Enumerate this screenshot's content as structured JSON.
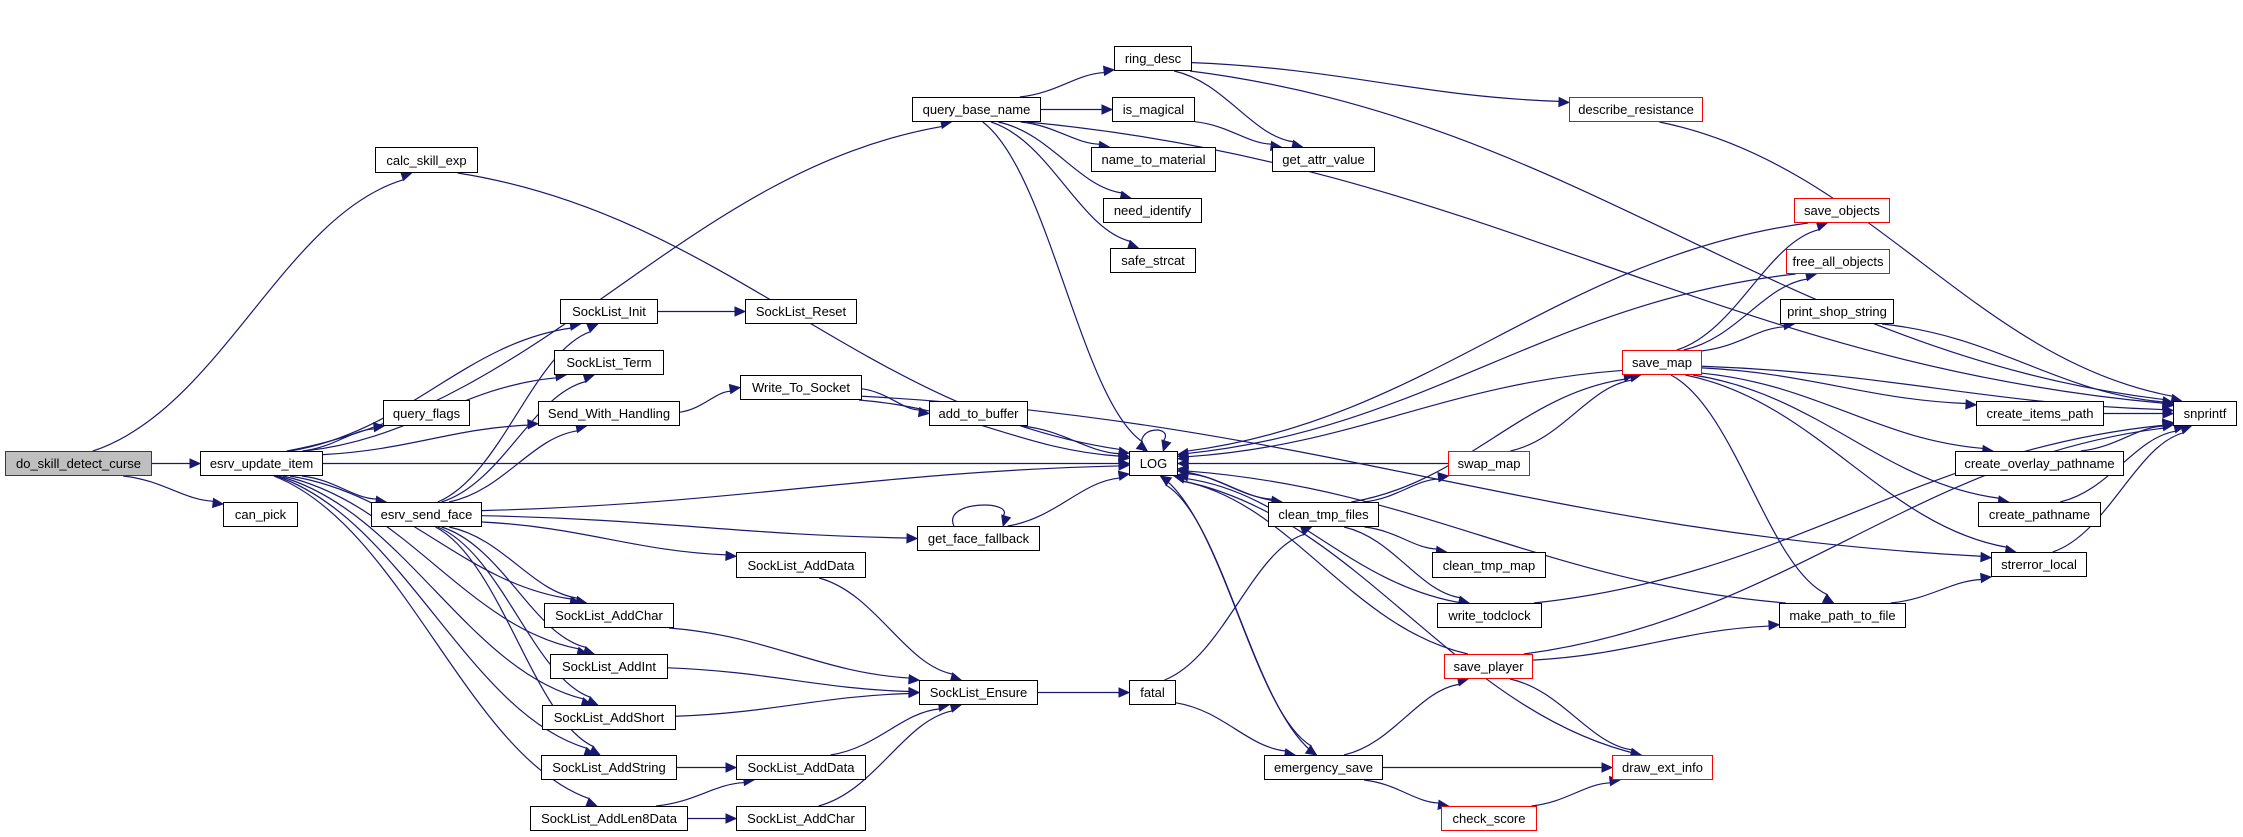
{
  "diagram": {
    "title": "Call graph for do_skill_detect_curse",
    "colors": {
      "edge": "#191970",
      "root_fill": "#bfbfbf",
      "truncated_border": "#ff0000",
      "node_border": "#000000"
    },
    "nodes": [
      {
        "id": "do_skill_detect_curse",
        "label": "do_skill_detect_curse",
        "kind": "root"
      },
      {
        "id": "calc_skill_exp",
        "label": "calc_skill_exp",
        "kind": "normal"
      },
      {
        "id": "esrv_update_item",
        "label": "esrv_update_item",
        "kind": "normal"
      },
      {
        "id": "can_pick",
        "label": "can_pick",
        "kind": "normal"
      },
      {
        "id": "query_base_name",
        "label": "query_base_name",
        "kind": "normal"
      },
      {
        "id": "SockList_Init",
        "label": "SockList_Init",
        "kind": "normal"
      },
      {
        "id": "SockList_Term",
        "label": "SockList_Term",
        "kind": "normal"
      },
      {
        "id": "query_flags",
        "label": "query_flags",
        "kind": "normal"
      },
      {
        "id": "Send_With_Handling",
        "label": "Send_With_Handling",
        "kind": "normal"
      },
      {
        "id": "esrv_send_face",
        "label": "esrv_send_face",
        "kind": "normal"
      },
      {
        "id": "SockList_AddChar",
        "label": "SockList_AddChar",
        "kind": "normal"
      },
      {
        "id": "SockList_AddInt",
        "label": "SockList_AddInt",
        "kind": "normal"
      },
      {
        "id": "SockList_AddShort",
        "label": "SockList_AddShort",
        "kind": "normal"
      },
      {
        "id": "SockList_AddString",
        "label": "SockList_AddString",
        "kind": "normal"
      },
      {
        "id": "SockList_AddLen8Data",
        "label": "SockList_AddLen8Data",
        "kind": "normal"
      },
      {
        "id": "SockList_Reset",
        "label": "SockList_Reset",
        "kind": "normal"
      },
      {
        "id": "Write_To_Socket",
        "label": "Write_To_Socket",
        "kind": "normal"
      },
      {
        "id": "SockList_AddData_1",
        "label": "SockList_AddData",
        "kind": "normal"
      },
      {
        "id": "SockList_AddData_2",
        "label": "SockList_AddData",
        "kind": "normal"
      },
      {
        "id": "SockList_AddChar_2",
        "label": "SockList_AddChar",
        "kind": "normal"
      },
      {
        "id": "ring_desc",
        "label": "ring_desc",
        "kind": "normal"
      },
      {
        "id": "is_magical",
        "label": "is_magical",
        "kind": "normal"
      },
      {
        "id": "name_to_material",
        "label": "name_to_material",
        "kind": "normal"
      },
      {
        "id": "need_identify",
        "label": "need_identify",
        "kind": "normal"
      },
      {
        "id": "safe_strcat",
        "label": "safe_strcat",
        "kind": "normal"
      },
      {
        "id": "add_to_buffer",
        "label": "add_to_buffer",
        "kind": "normal"
      },
      {
        "id": "LOG",
        "label": "LOG",
        "kind": "normal"
      },
      {
        "id": "get_face_fallback",
        "label": "get_face_fallback",
        "kind": "normal"
      },
      {
        "id": "SockList_Ensure",
        "label": "SockList_Ensure",
        "kind": "normal"
      },
      {
        "id": "get_attr_value",
        "label": "get_attr_value",
        "kind": "normal"
      },
      {
        "id": "fatal",
        "label": "fatal",
        "kind": "normal"
      },
      {
        "id": "clean_tmp_files",
        "label": "clean_tmp_files",
        "kind": "normal"
      },
      {
        "id": "emergency_save",
        "label": "emergency_save",
        "kind": "normal"
      },
      {
        "id": "swap_map",
        "label": "swap_map",
        "kind": "truncated"
      },
      {
        "id": "clean_tmp_map",
        "label": "clean_tmp_map",
        "kind": "normal"
      },
      {
        "id": "write_todclock",
        "label": "write_todclock",
        "kind": "normal"
      },
      {
        "id": "save_player",
        "label": "save_player",
        "kind": "truncated"
      },
      {
        "id": "check_score",
        "label": "check_score",
        "kind": "truncated"
      },
      {
        "id": "draw_ext_info",
        "label": "draw_ext_info",
        "kind": "truncated"
      },
      {
        "id": "describe_resistance",
        "label": "describe_resistance",
        "kind": "truncated"
      },
      {
        "id": "save_map",
        "label": "save_map",
        "kind": "truncated"
      },
      {
        "id": "save_objects",
        "label": "save_objects",
        "kind": "truncated"
      },
      {
        "id": "free_all_objects",
        "label": "free_all_objects",
        "kind": "truncated"
      },
      {
        "id": "print_shop_string",
        "label": "print_shop_string",
        "kind": "normal"
      },
      {
        "id": "make_path_to_file",
        "label": "make_path_to_file",
        "kind": "normal"
      },
      {
        "id": "create_items_path",
        "label": "create_items_path",
        "kind": "normal"
      },
      {
        "id": "create_overlay_pathname",
        "label": "create_overlay_pathname",
        "kind": "normal"
      },
      {
        "id": "create_pathname",
        "label": "create_pathname",
        "kind": "normal"
      },
      {
        "id": "strerror_local",
        "label": "strerror_local",
        "kind": "normal"
      },
      {
        "id": "snprintf",
        "label": "snprintf",
        "kind": "normal"
      }
    ],
    "edges": [
      [
        "do_skill_detect_curse",
        "calc_skill_exp"
      ],
      [
        "do_skill_detect_curse",
        "esrv_update_item"
      ],
      [
        "do_skill_detect_curse",
        "can_pick"
      ],
      [
        "calc_skill_exp",
        "LOG"
      ],
      [
        "esrv_update_item",
        "query_base_name"
      ],
      [
        "esrv_update_item",
        "LOG"
      ],
      [
        "esrv_update_item",
        "SockList_Init"
      ],
      [
        "esrv_update_item",
        "SockList_Term"
      ],
      [
        "esrv_update_item",
        "query_flags"
      ],
      [
        "esrv_update_item",
        "Send_With_Handling"
      ],
      [
        "esrv_update_item",
        "esrv_send_face"
      ],
      [
        "esrv_update_item",
        "SockList_AddChar"
      ],
      [
        "esrv_update_item",
        "SockList_AddInt"
      ],
      [
        "esrv_update_item",
        "SockList_AddShort"
      ],
      [
        "esrv_update_item",
        "SockList_AddString"
      ],
      [
        "esrv_update_item",
        "SockList_AddLen8Data"
      ],
      [
        "query_base_name",
        "ring_desc"
      ],
      [
        "query_base_name",
        "is_magical"
      ],
      [
        "query_base_name",
        "name_to_material"
      ],
      [
        "query_base_name",
        "need_identify"
      ],
      [
        "query_base_name",
        "safe_strcat"
      ],
      [
        "query_base_name",
        "LOG"
      ],
      [
        "query_base_name",
        "snprintf"
      ],
      [
        "ring_desc",
        "get_attr_value"
      ],
      [
        "ring_desc",
        "describe_resistance"
      ],
      [
        "ring_desc",
        "snprintf"
      ],
      [
        "is_magical",
        "get_attr_value"
      ],
      [
        "describe_resistance",
        "snprintf"
      ],
      [
        "SockList_Init",
        "SockList_Reset"
      ],
      [
        "Send_With_Handling",
        "Write_To_Socket"
      ],
      [
        "Write_To_Socket",
        "add_to_buffer"
      ],
      [
        "Write_To_Socket",
        "LOG"
      ],
      [
        "Write_To_Socket",
        "strerror_local"
      ],
      [
        "add_to_buffer",
        "LOG"
      ],
      [
        "esrv_send_face",
        "SockList_Init"
      ],
      [
        "esrv_send_face",
        "SockList_Term"
      ],
      [
        "esrv_send_face",
        "Send_With_Handling"
      ],
      [
        "esrv_send_face",
        "LOG"
      ],
      [
        "esrv_send_face",
        "get_face_fallback"
      ],
      [
        "esrv_send_face",
        "SockList_AddData_1"
      ],
      [
        "esrv_send_face",
        "SockList_AddChar"
      ],
      [
        "esrv_send_face",
        "SockList_AddInt"
      ],
      [
        "esrv_send_face",
        "SockList_AddShort"
      ],
      [
        "esrv_send_face",
        "SockList_AddString"
      ],
      [
        "get_face_fallback",
        "get_face_fallback"
      ],
      [
        "get_face_fallback",
        "LOG"
      ],
      [
        "SockList_AddData_1",
        "SockList_Ensure"
      ],
      [
        "SockList_AddChar",
        "SockList_Ensure"
      ],
      [
        "SockList_AddInt",
        "SockList_Ensure"
      ],
      [
        "SockList_AddShort",
        "SockList_Ensure"
      ],
      [
        "SockList_AddString",
        "SockList_AddData_2"
      ],
      [
        "SockList_AddLen8Data",
        "SockList_AddData_2"
      ],
      [
        "SockList_AddLen8Data",
        "SockList_AddChar_2"
      ],
      [
        "SockList_AddData_2",
        "SockList_Ensure"
      ],
      [
        "SockList_AddChar_2",
        "SockList_Ensure"
      ],
      [
        "SockList_Ensure",
        "fatal"
      ],
      [
        "fatal",
        "clean_tmp_files"
      ],
      [
        "fatal",
        "emergency_save"
      ],
      [
        "LOG",
        "LOG"
      ],
      [
        "LOG",
        "clean_tmp_files"
      ],
      [
        "LOG",
        "emergency_save"
      ],
      [
        "clean_tmp_files",
        "LOG"
      ],
      [
        "clean_tmp_files",
        "swap_map"
      ],
      [
        "clean_tmp_files",
        "save_map"
      ],
      [
        "clean_tmp_files",
        "clean_tmp_map"
      ],
      [
        "clean_tmp_files",
        "write_todclock"
      ],
      [
        "swap_map",
        "LOG"
      ],
      [
        "swap_map",
        "save_map"
      ],
      [
        "write_todclock",
        "LOG"
      ],
      [
        "write_todclock",
        "snprintf"
      ],
      [
        "emergency_save",
        "LOG"
      ],
      [
        "emergency_save",
        "save_player"
      ],
      [
        "emergency_save",
        "draw_ext_info"
      ],
      [
        "emergency_save",
        "check_score"
      ],
      [
        "save_player",
        "LOG"
      ],
      [
        "save_player",
        "make_path_to_file"
      ],
      [
        "save_player",
        "draw_ext_info"
      ],
      [
        "save_player",
        "snprintf"
      ],
      [
        "check_score",
        "draw_ext_info"
      ],
      [
        "draw_ext_info",
        "LOG"
      ],
      [
        "save_map",
        "LOG"
      ],
      [
        "save_map",
        "save_objects"
      ],
      [
        "save_map",
        "free_all_objects"
      ],
      [
        "save_map",
        "print_shop_string"
      ],
      [
        "save_map",
        "snprintf"
      ],
      [
        "save_map",
        "create_items_path"
      ],
      [
        "save_map",
        "create_overlay_pathname"
      ],
      [
        "save_map",
        "create_pathname"
      ],
      [
        "save_map",
        "strerror_local"
      ],
      [
        "save_map",
        "make_path_to_file"
      ],
      [
        "save_objects",
        "LOG"
      ],
      [
        "free_all_objects",
        "LOG"
      ],
      [
        "print_shop_string",
        "snprintf"
      ],
      [
        "make_path_to_file",
        "LOG"
      ],
      [
        "make_path_to_file",
        "strerror_local"
      ],
      [
        "create_items_path",
        "snprintf"
      ],
      [
        "create_overlay_pathname",
        "snprintf"
      ],
      [
        "create_pathname",
        "snprintf"
      ],
      [
        "strerror_local",
        "snprintf"
      ]
    ]
  }
}
